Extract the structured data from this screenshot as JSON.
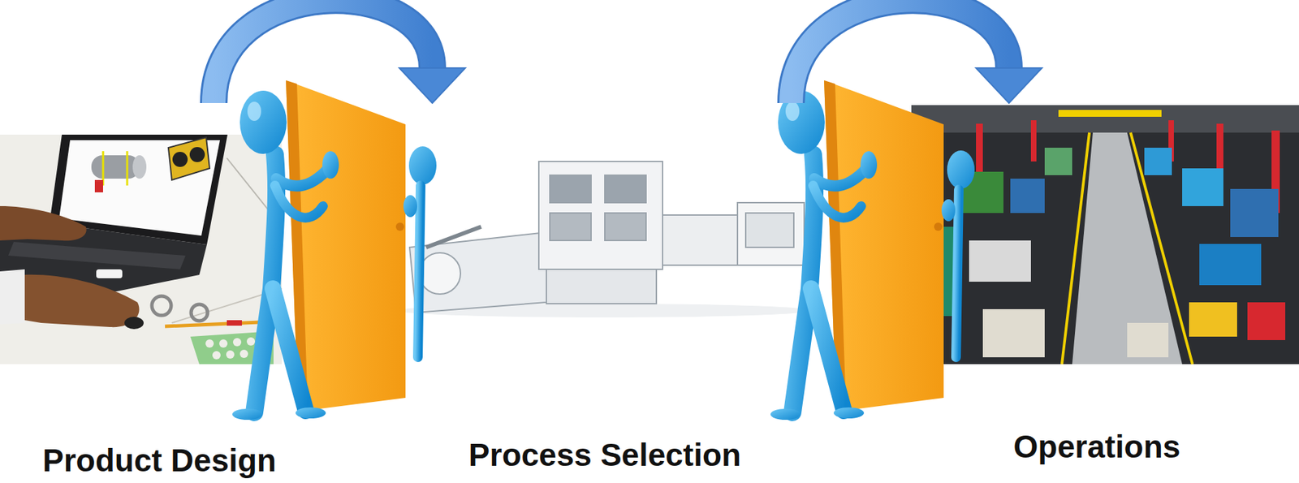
{
  "diagram": {
    "nodes": [
      {
        "text": [
          "Product Design"
        ]
      },
      {
        "text": [
          "Process Selection"
        ]
      },
      {
        "text": [
          "Operations"
        ]
      }
    ],
    "edges": [
      {
        "from": 0,
        "to": 1,
        "arrow": "to"
      },
      {
        "from": 1,
        "to": 2,
        "arrow": "to"
      }
    ]
  }
}
